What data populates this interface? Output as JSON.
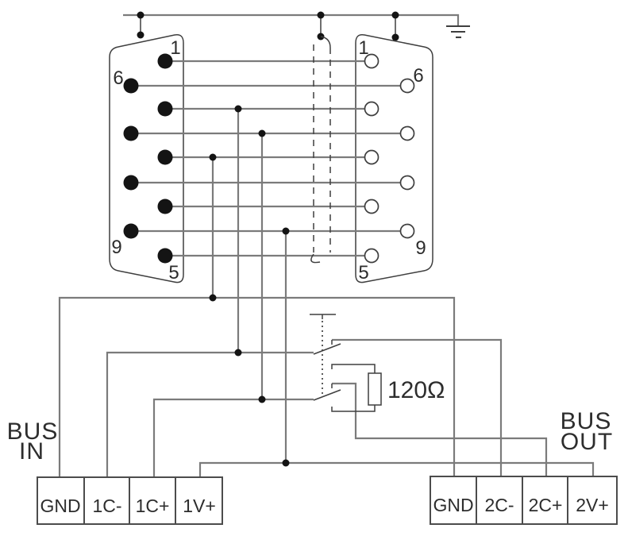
{
  "colors": {
    "background": "#ffffff",
    "wire": "#7b7b7b",
    "line": "#3f3f3f",
    "pin_fill": "#141414",
    "text": "#2d2d2d",
    "block_border": "#4c4c4c"
  },
  "connectors": {
    "left": {
      "type": "d-sub-9-male",
      "pin_labels": {
        "pin1": "1",
        "pin6": "6",
        "pin9": "9",
        "pin5": "5"
      }
    },
    "right": {
      "type": "d-sub-9-female",
      "pin_labels": {
        "pin1": "1",
        "pin6": "6",
        "pin9": "9",
        "pin5": "5"
      }
    }
  },
  "termination": {
    "resistor_label": "120Ω"
  },
  "bus_in": {
    "label_line1": "BUS",
    "label_line2": "IN",
    "terminals": [
      "GND",
      "1C-",
      "1C+",
      "1V+"
    ]
  },
  "bus_out": {
    "label_line1": "BUS",
    "label_line2": "OUT",
    "terminals": [
      "GND",
      "2C-",
      "2C+",
      "2V+"
    ]
  }
}
